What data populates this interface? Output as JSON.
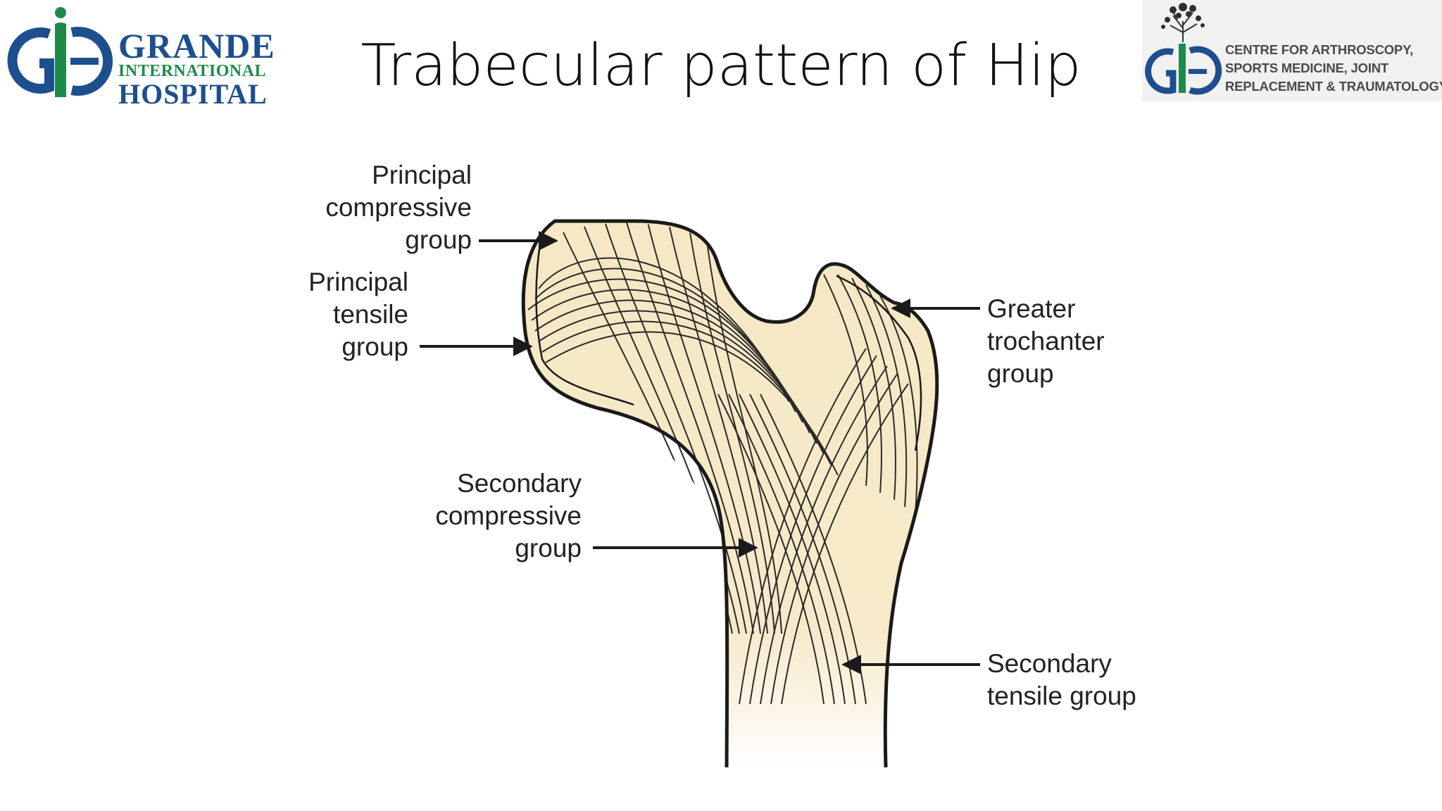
{
  "slide": {
    "title": "Trabecular pattern of Hip"
  },
  "logo_left": {
    "line1": "GRANDE",
    "line2": "INTERNATIONAL",
    "line3": "HOSPITAL"
  },
  "logo_right": {
    "line1": "CENTRE FOR ARTHROSCOPY,",
    "line2": "SPORTS MEDICINE, JOINT",
    "line3": "REPLACEMENT & TRAUMATOLOGY"
  },
  "labels": {
    "principal_compressive": [
      "Principal",
      "compressive",
      "group"
    ],
    "principal_tensile": [
      "Principal",
      "tensile",
      "group"
    ],
    "greater_trochanter": [
      "Greater",
      "trochanter",
      "group"
    ],
    "secondary_compressive": [
      "Secondary",
      "compressive",
      "group"
    ],
    "secondary_tensile": [
      "Secondary",
      "tensile group"
    ]
  },
  "colors": {
    "bone_fill": "#f6e8c4",
    "outline": "#1a1a1a",
    "logo_blue": "#1d4f8f",
    "logo_green": "#1e8a4a"
  }
}
